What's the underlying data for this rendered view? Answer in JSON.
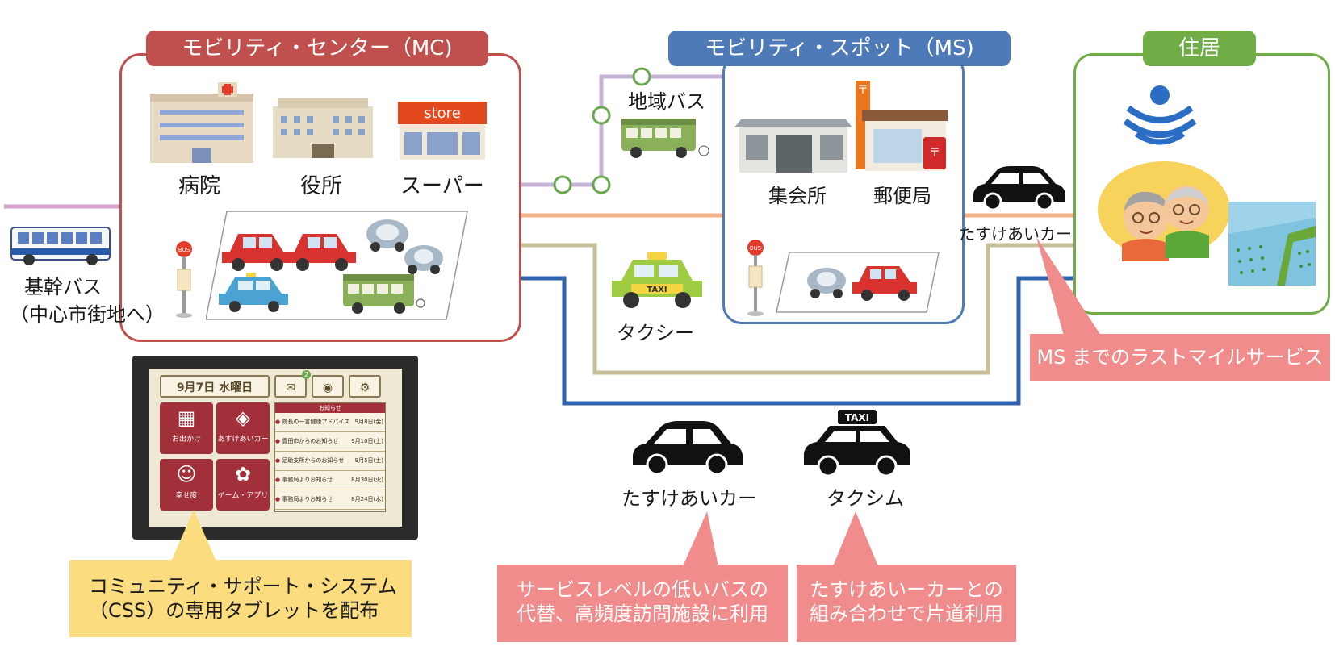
{
  "mc": {
    "title": "モビリティ・センター（MC)",
    "hospital": "病院",
    "office": "役所",
    "supermarket": "スーパー",
    "store_sign": "store"
  },
  "ms": {
    "title": "モビリティ・スポット（MS)",
    "meeting_hall": "集会所",
    "post_office": "郵便局"
  },
  "residence": {
    "title": "住居"
  },
  "trunk_bus": {
    "line1": "基幹バス",
    "line2": "（中心市街地へ）"
  },
  "local_bus": "地域バス",
  "taxi": "タクシー",
  "taxi_sign": "TAXI",
  "bus_stop_sign": "BUS",
  "tasukeai_car_right": "たすけあいカー",
  "legend": {
    "tasukeai_car": "たすけあいカー",
    "taxim": "タクシム",
    "taxim_sign": "TAXI"
  },
  "callouts": {
    "last_mile": "MS までのラストマイルサービス",
    "css_line1": "コミュニティ・サポート・システム",
    "css_line2": "（CSS）の専用タブレットを配布",
    "tasukeai_line1": "サービスレベルの低いバスの",
    "tasukeai_line2": "代替、高頻度訪問施設に利用",
    "taxim_line1": "たすけあいーカーとの",
    "taxim_line2": "組み合わせで片道利用"
  },
  "tablet": {
    "date": "9月7日 水曜日",
    "mail_badge": "2",
    "buttons": [
      "お出かけ",
      "あすけあいカー",
      "幸せ度",
      "ゲーム・アプリ"
    ],
    "news_header": "お知らせ",
    "news": [
      {
        "title": "院長の一言健康アドバイス",
        "date": "9月8日(金)"
      },
      {
        "title": "豊田市からのお知らせ",
        "date": "9月10日(土)"
      },
      {
        "title": "足助支所からのお知らせ",
        "date": "9月5日(土)"
      },
      {
        "title": "事務局よりお知らせ",
        "date": "8月30日(火)"
      },
      {
        "title": "事務局よりお知らせ",
        "date": "8月24日(水)"
      }
    ]
  },
  "colors": {
    "mc": "#c0504d",
    "ms": "#4f7ab8",
    "residence": "#70ad47",
    "trunk_line": "#d9a0c9",
    "local_bus_line": "#c6b3d6",
    "orange_line": "#f4b183",
    "khaki_line": "#c8bf99",
    "blue_line": "#2e62ac"
  }
}
